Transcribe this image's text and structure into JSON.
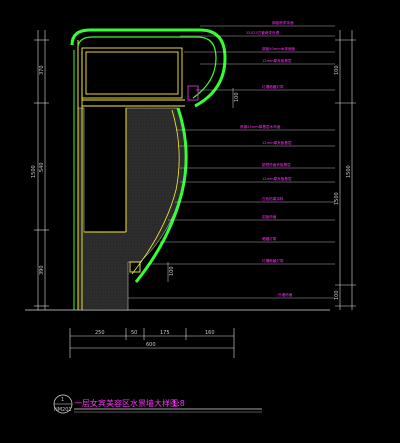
{
  "drawing": {
    "title": "一层女宾美容区水景墙大样图",
    "scale": "1:8",
    "detail_number": "1",
    "sheet_ref": "NM201"
  },
  "annotations": [
    "钢板喷漆饰面",
    "25X25方管烤漆处理",
    "钢板50mm木饰面板",
    "12mm厚夹板基层",
    "灯槽暗藏灯带",
    "角钢25mm厚基层木饰面",
    "12mm厚夹板基层",
    "银镜饰面夹板基层",
    "12mm厚夹板基层",
    "白色防腐涂料",
    "铝板饰面",
    "暗藏灯带",
    "灯槽暗藏灯带",
    "外墙饰面"
  ],
  "dimensions": {
    "left_vertical": [
      "370",
      "540",
      "390"
    ],
    "left_total": "1500",
    "right_vertical": [
      "100",
      "1500",
      "100"
    ],
    "right_total": "1500",
    "bottom_segments": [
      "250",
      "50",
      "175",
      "160"
    ],
    "bottom_total": "600",
    "small": [
      "100",
      "100"
    ]
  },
  "colors": {
    "background": "#000000",
    "green_outline": "#33ff33",
    "yellow_line": "#ffee33",
    "magenta_label": "#ff33ff",
    "white_line": "#dddddd"
  }
}
